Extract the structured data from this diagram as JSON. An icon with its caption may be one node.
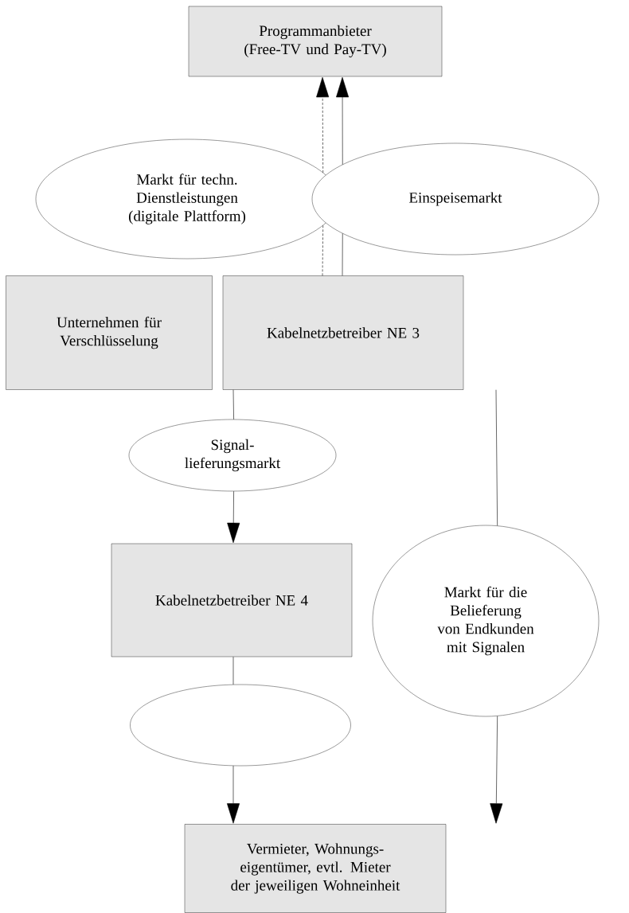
{
  "diagram": {
    "nodes": [
      {
        "text": [
          "Programmanbieter (Free-TV und Pay-TV)"
        ]
      },
      {
        "text": [
          "Markt für techn. Dienstleistungen (digitale Plattform)"
        ]
      },
      {
        "text": [
          "Einspeisemarkt"
        ]
      },
      {
        "text": [
          "Unternehmen für Verschlüsselung"
        ]
      },
      {
        "text": [
          "Kabelnetzbetreiber NE 3"
        ]
      },
      {
        "text": [
          "Signal- lieferungsmarkt"
        ]
      },
      {
        "text": [
          "Kabelnetzbetreiber NE 4"
        ]
      },
      {
        "text": [
          "Markt für die Belieferung von Endkunden mit Signalen"
        ]
      },
      {
        "text": [],
        "shape": "ellipse"
      },
      {
        "text": [
          "Vermieter, Wohnungs- eigentümer, evtl. Mieter der jeweiligen Wohneinheit"
        ]
      }
    ],
    "edges": [
      {
        "from": 4,
        "to": 1,
        "arrow": "none",
        "style": "dashed"
      },
      {
        "from": 1,
        "to": 0,
        "arrow": "to",
        "style": "dashed"
      },
      {
        "from": 4,
        "to": 2,
        "arrow": "none"
      },
      {
        "from": 2,
        "to": 0,
        "arrow": "to"
      },
      {
        "from": 4,
        "to": 5,
        "arrow": "none"
      },
      {
        "from": 5,
        "to": 6,
        "arrow": "to"
      },
      {
        "from": 6,
        "to": 8,
        "arrow": "none"
      },
      {
        "from": 8,
        "to": 9,
        "arrow": "to"
      },
      {
        "from": 4,
        "to": 7,
        "arrow": "none"
      },
      {
        "from": 7,
        "to": 9,
        "arrow": "to"
      }
    ]
  }
}
